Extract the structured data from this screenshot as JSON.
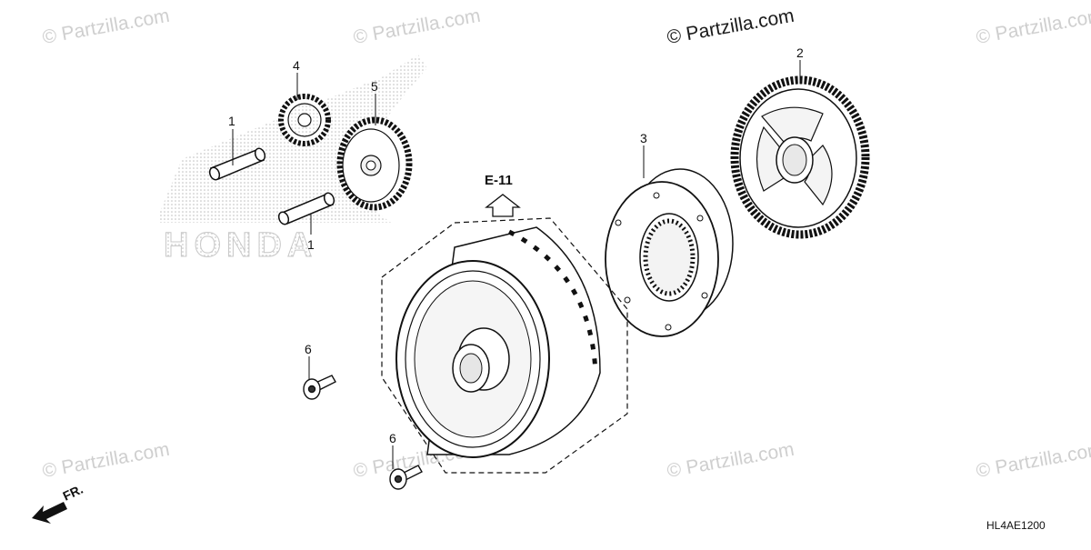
{
  "watermark": {
    "text": "© Partzilla.com",
    "main_text": "© Partzilla.com"
  },
  "brand_backdrop": {
    "text": "HONDA"
  },
  "callouts": {
    "p1a": "1",
    "p1b": "1",
    "p2": "2",
    "p3": "3",
    "p4": "4",
    "p5": "5",
    "p6a": "6",
    "p6b": "6"
  },
  "reference": {
    "label": "E-11"
  },
  "direction": {
    "label": "FR."
  },
  "diagram_code": "HL4AE1200",
  "colors": {
    "line": "#111111",
    "watermark": "#cfcfcf",
    "dots": "#bdbdbd"
  }
}
